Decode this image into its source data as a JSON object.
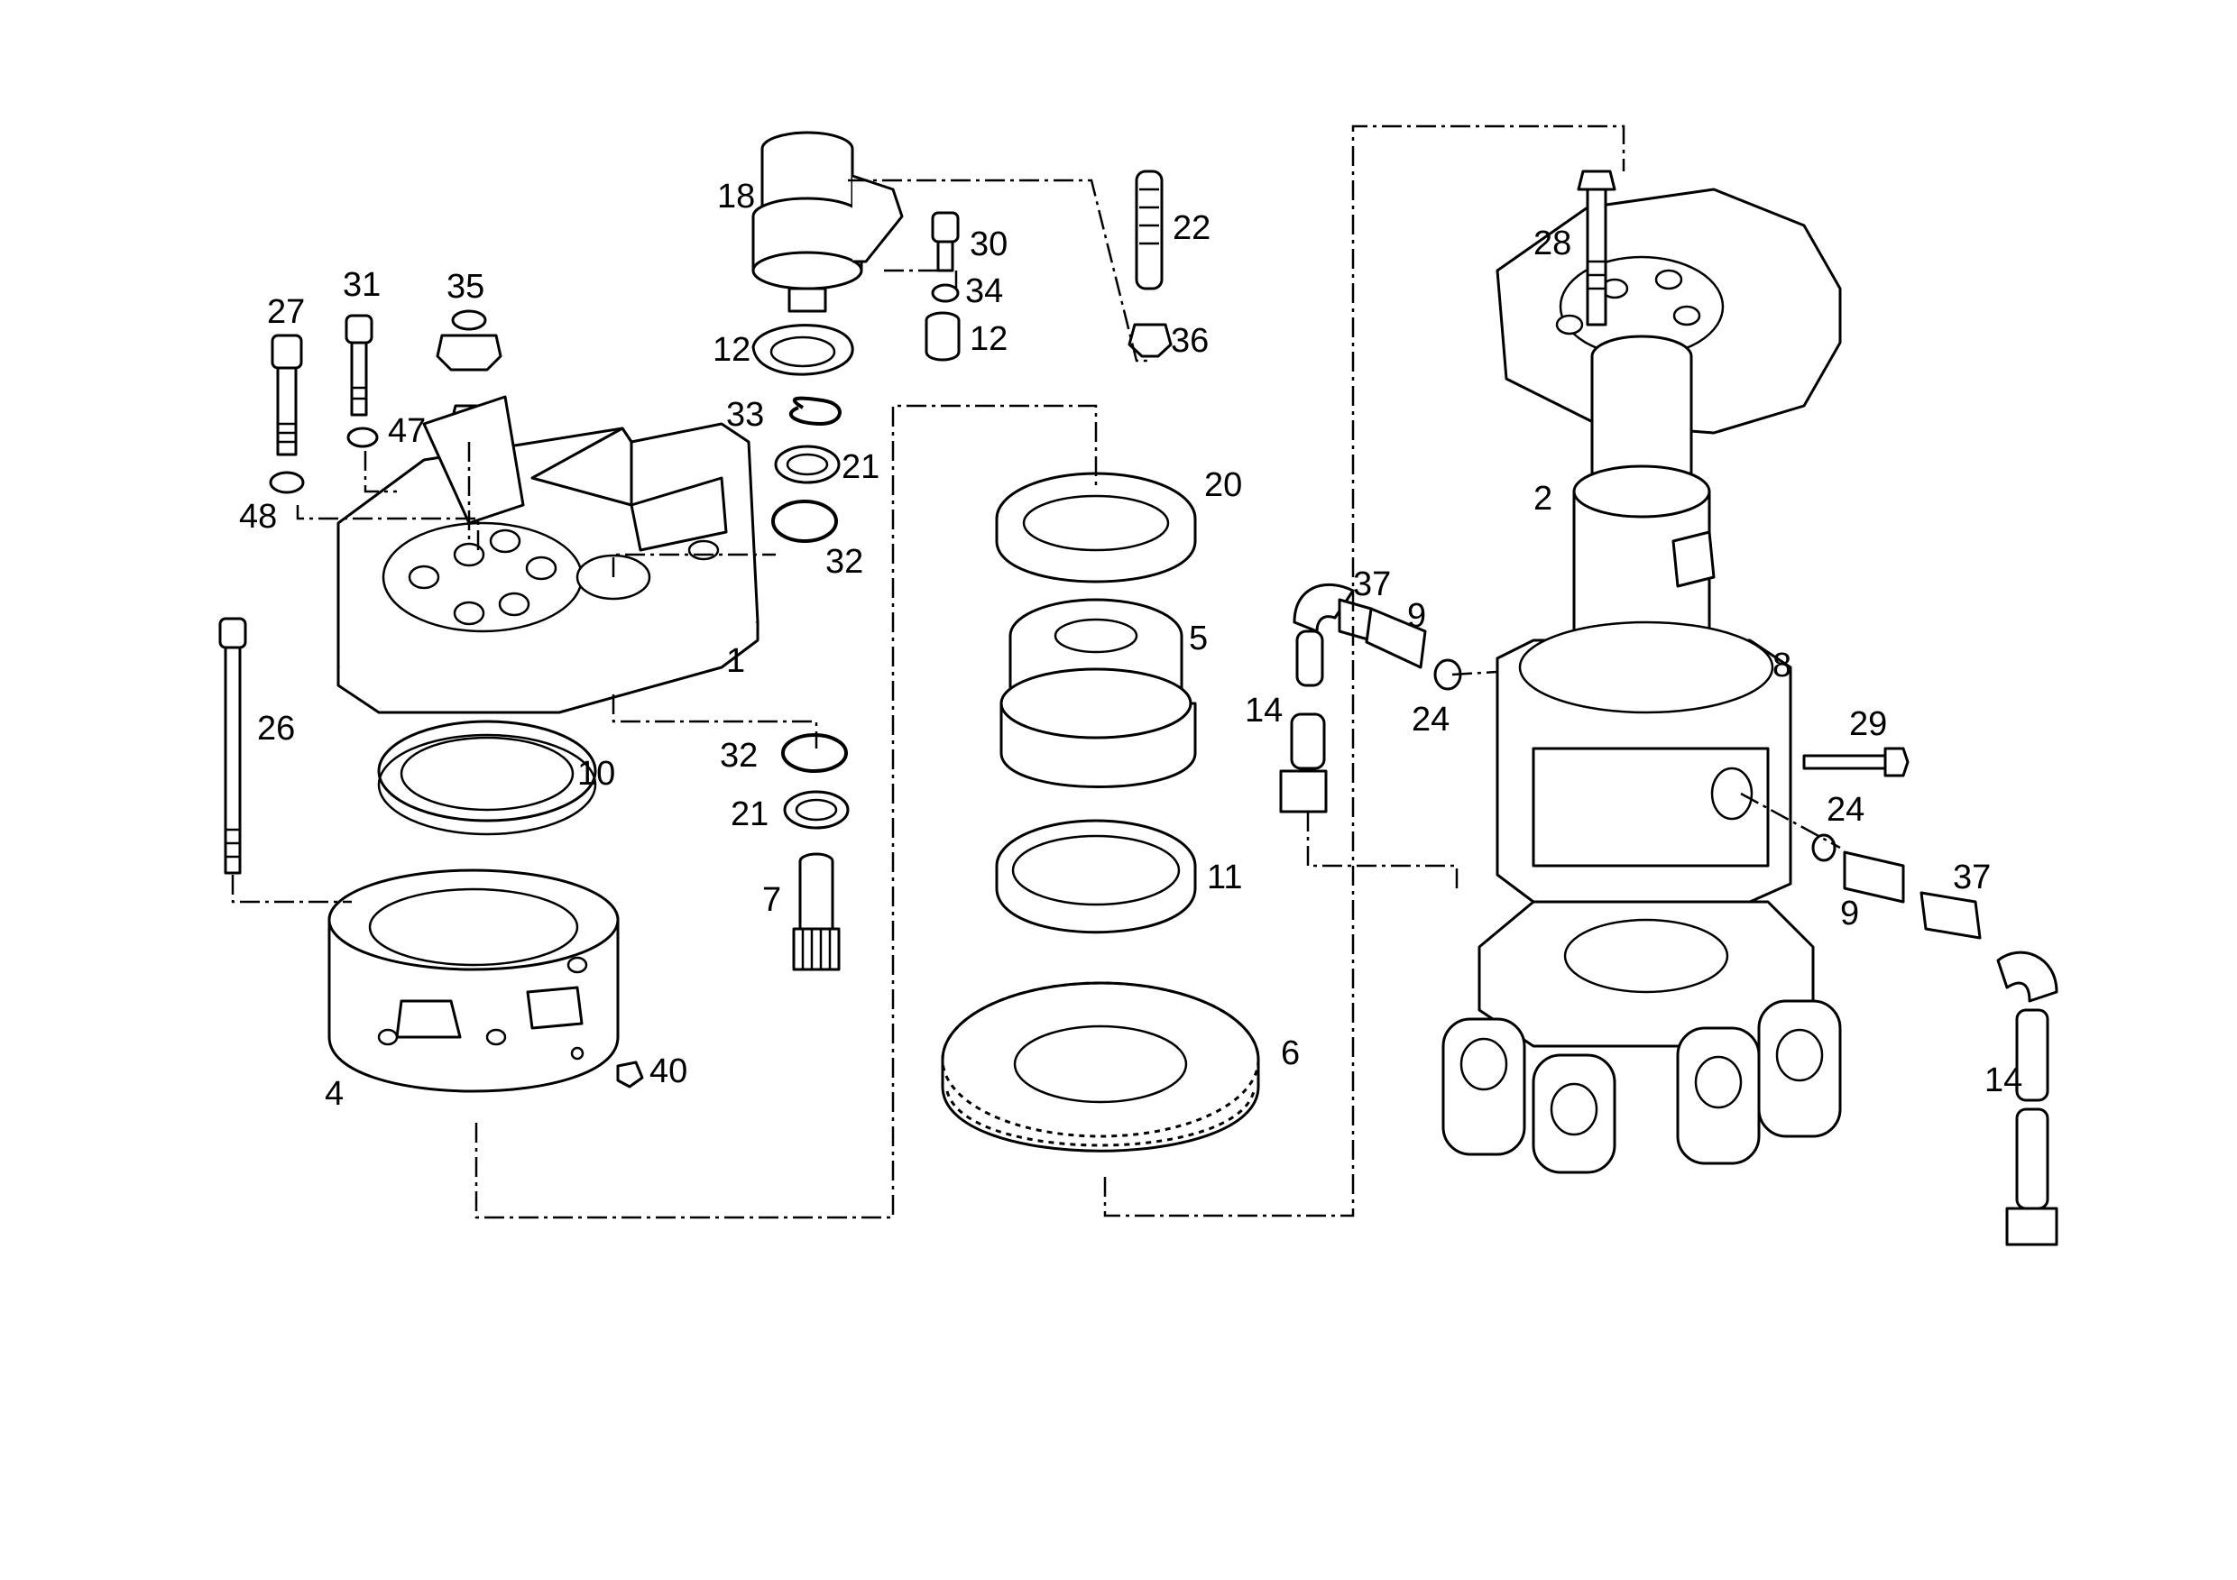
{
  "callouts": [
    {
      "id": "c27",
      "label": "27"
    },
    {
      "id": "c31",
      "label": "31"
    },
    {
      "id": "c35",
      "label": "35"
    },
    {
      "id": "c47",
      "label": "47"
    },
    {
      "id": "c48",
      "label": "48"
    },
    {
      "id": "c1",
      "label": "1"
    },
    {
      "id": "c26",
      "label": "26"
    },
    {
      "id": "c10",
      "label": "10"
    },
    {
      "id": "c4",
      "label": "4"
    },
    {
      "id": "c40",
      "label": "40"
    },
    {
      "id": "c18",
      "label": "18"
    },
    {
      "id": "c30",
      "label": "30"
    },
    {
      "id": "c34",
      "label": "34"
    },
    {
      "id": "c12a",
      "label": "12"
    },
    {
      "id": "c12b",
      "label": "12"
    },
    {
      "id": "c22",
      "label": "22"
    },
    {
      "id": "c36",
      "label": "36"
    },
    {
      "id": "c33",
      "label": "33"
    },
    {
      "id": "c21a",
      "label": "21"
    },
    {
      "id": "c32a",
      "label": "32"
    },
    {
      "id": "c32b",
      "label": "32"
    },
    {
      "id": "c21b",
      "label": "21"
    },
    {
      "id": "c7",
      "label": "7"
    },
    {
      "id": "c20",
      "label": "20"
    },
    {
      "id": "c5",
      "label": "5"
    },
    {
      "id": "c11",
      "label": "11"
    },
    {
      "id": "c6",
      "label": "6"
    },
    {
      "id": "c28",
      "label": "28"
    },
    {
      "id": "c2",
      "label": "2"
    },
    {
      "id": "c37a",
      "label": "37"
    },
    {
      "id": "c9a",
      "label": "9"
    },
    {
      "id": "c14a",
      "label": "14"
    },
    {
      "id": "c24a",
      "label": "24"
    },
    {
      "id": "c8",
      "label": "8"
    },
    {
      "id": "c29",
      "label": "29"
    },
    {
      "id": "c24b",
      "label": "24"
    },
    {
      "id": "c9b",
      "label": "9"
    },
    {
      "id": "c37b",
      "label": "37"
    },
    {
      "id": "c14b",
      "label": "14"
    }
  ]
}
